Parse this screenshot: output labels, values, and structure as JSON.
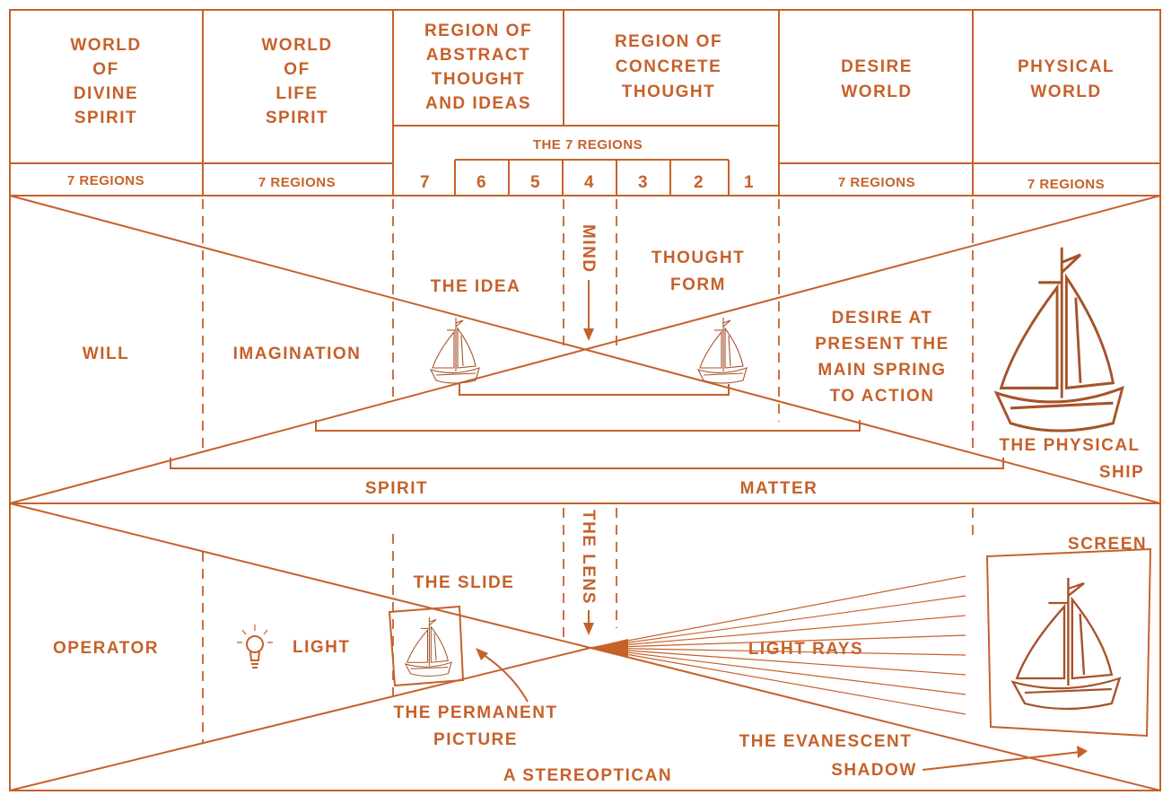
{
  "colors": {
    "ink": "#c6612a",
    "background": "#ffffff"
  },
  "header": {
    "divine_spirit": [
      "WORLD",
      "OF",
      "DIVINE",
      "SPIRIT"
    ],
    "life_spirit": [
      "WORLD",
      "OF",
      "LIFE",
      "SPIRIT"
    ],
    "abstract_thought": [
      "REGION OF",
      "ABSTRACT",
      "THOUGHT",
      "AND IDEAS"
    ],
    "concrete_thought": [
      "REGION OF",
      "CONCRETE",
      "THOUGHT"
    ],
    "desire_world": [
      "DESIRE",
      "WORLD"
    ],
    "physical_world": [
      "PHYSICAL",
      "WORLD"
    ],
    "seven_regions_title": "THE 7 REGIONS",
    "regions_label": "7 REGIONS",
    "region_numbers": [
      "7",
      "6",
      "5",
      "4",
      "3",
      "2",
      "1"
    ]
  },
  "upper": {
    "will": "WILL",
    "imagination": "IMAGINATION",
    "the_idea": "THE IDEA",
    "mind": "MIND",
    "thought_form": [
      "THOUGHT",
      "FORM"
    ],
    "desire_note": [
      "DESIRE AT",
      "PRESENT THE",
      "MAIN SPRING",
      "TO ACTION"
    ],
    "physical_ship": [
      "THE PHYSICAL",
      "SHIP"
    ],
    "spirit": "SPIRIT",
    "matter": "MATTER"
  },
  "lower": {
    "operator": "OPERATOR",
    "light": "LIGHT",
    "the_slide": "THE SLIDE",
    "the_lens": "THE LENS",
    "screen": "SCREEN",
    "light_rays": "LIGHT RAYS",
    "permanent_picture": [
      "THE PERMANENT",
      "PICTURE"
    ],
    "evanescent_shadow": [
      "THE EVANESCENT",
      "SHADOW"
    ],
    "stereoptican": "A STEREOPTICAN"
  },
  "icons": {
    "ship": "sailing-ship-icon",
    "bulb": "light-bulb-icon",
    "arrow": "down-arrow-icon"
  }
}
